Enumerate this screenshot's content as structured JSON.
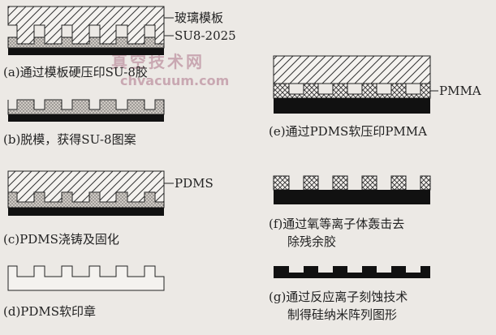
{
  "labels": {
    "glass_template": "玻璃模板",
    "su8_layer": "SU8-2025",
    "pdms": "PDMS",
    "pmma": "PMMA"
  },
  "steps": {
    "a": "(a)通过模板硬压印SU-8胶",
    "b": "(b)脱模，获得SU-8图案",
    "c": "(c)PDMS浇铸及固化",
    "d": "(d)PDMS软印章",
    "e": "(e)通过PDMS软压印PMMA",
    "f_line1": "(f)通过氧等离子体轰击去",
    "f_line2": "除残余胶",
    "g_line1": "(g)通过反应离子刻蚀技术",
    "g_line2": "制得硅纳米阵列图形"
  },
  "watermark": {
    "cn": "真空技术网",
    "url": "chvacuum.com"
  }
}
